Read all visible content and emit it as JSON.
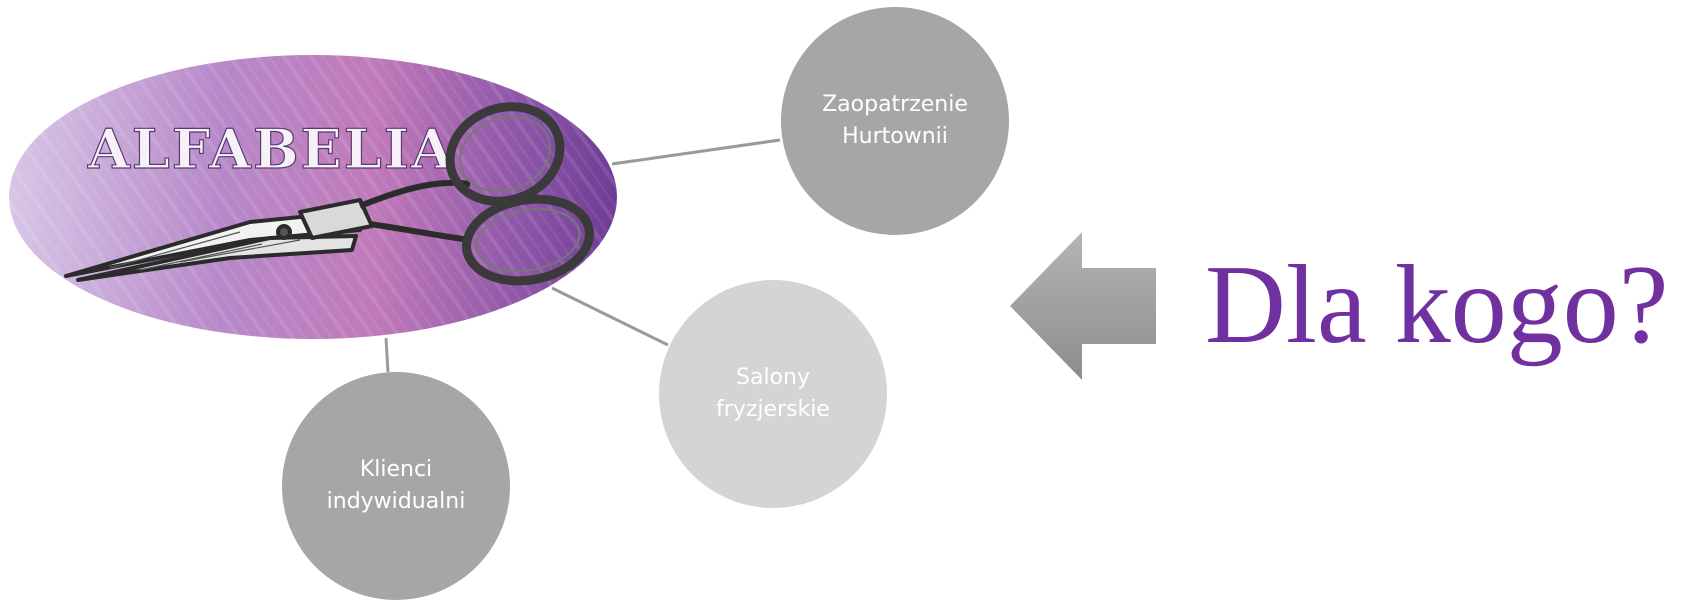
{
  "diagram": {
    "logo_text": "ALFABELIA",
    "nodes": [
      {
        "label": "Zaopatrzenie\nHurtownii"
      },
      {
        "label": "Salony\nfryzjerskie"
      },
      {
        "label": "Klienci\nindywidualni"
      }
    ],
    "headline": "Dla kogo?"
  },
  "colors": {
    "node_dark": "#a6a6a6",
    "node_light": "#d4d4d4",
    "headline": "#7030a0",
    "logo_purple": "#8a4fa8",
    "arrow": "#a6a6a6"
  },
  "icons": [
    "scissors-icon",
    "left-arrow-icon"
  ]
}
